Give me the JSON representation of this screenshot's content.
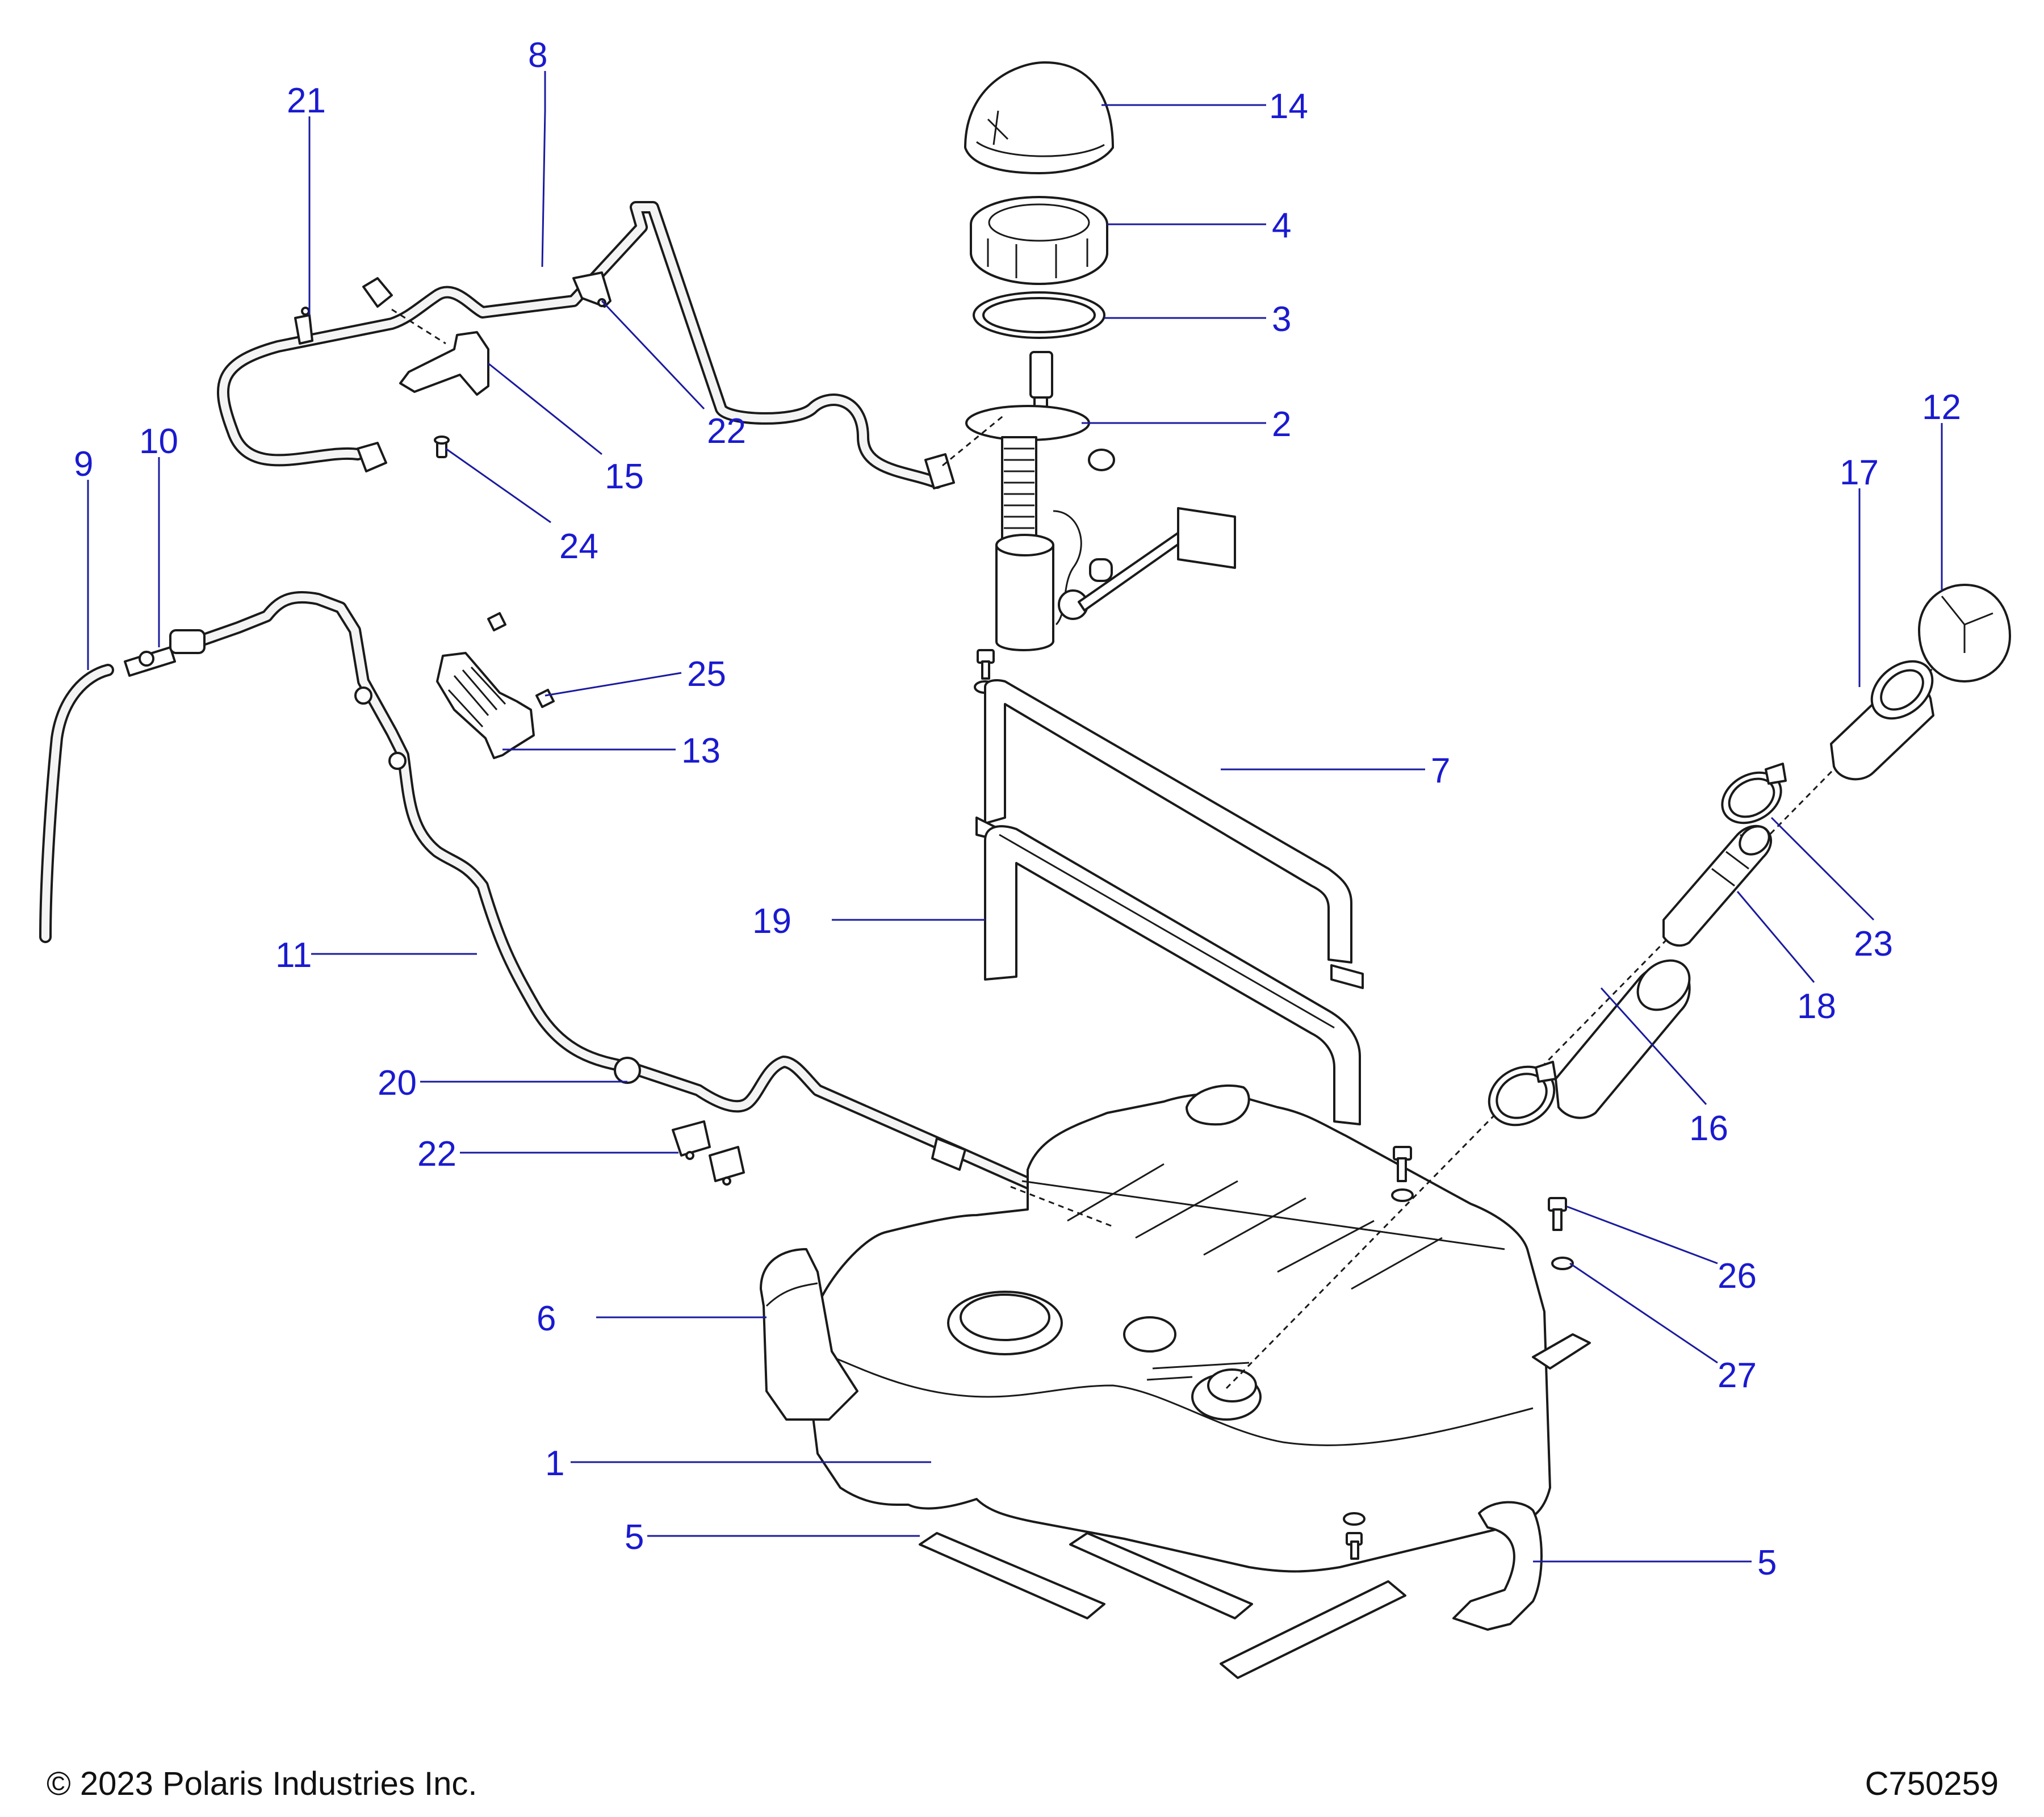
{
  "callouts": {
    "c1": "1",
    "c2": "2",
    "c3": "3",
    "c4": "4",
    "c5a": "5",
    "c5b": "5",
    "c6": "6",
    "c7": "7",
    "c8": "8",
    "c9": "9",
    "c10": "10",
    "c11": "11",
    "c12": "12",
    "c13": "13",
    "c14": "14",
    "c15": "15",
    "c16": "16",
    "c17": "17",
    "c18": "18",
    "c19": "19",
    "c20": "20",
    "c21": "21",
    "c22a": "22",
    "c22b": "22",
    "c23": "23",
    "c24": "24",
    "c25": "25",
    "c26": "26",
    "c27": "27"
  },
  "footer": {
    "copyright": "© 2023 Polaris Industries Inc.",
    "figure_code": "C750259"
  },
  "colors": {
    "callout_text": "#1a1ad0",
    "leader_line": "#1a1aa0",
    "part_outline": "#1a1a1a"
  }
}
